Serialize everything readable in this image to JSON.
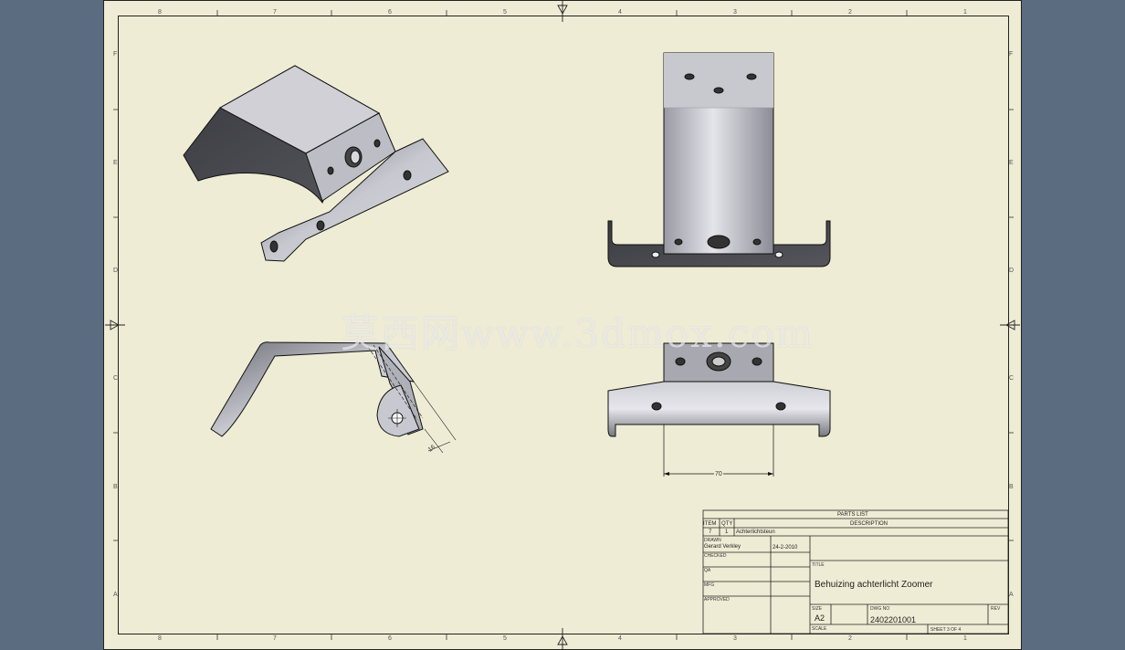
{
  "sheet": {
    "zones_top": [
      "8",
      "7",
      "6",
      "5",
      "4",
      "3",
      "2",
      "1"
    ],
    "zones_side": [
      "F",
      "E",
      "D",
      "C",
      "B",
      "A"
    ]
  },
  "views": {
    "dimension_width": "70",
    "dimension_side": "16"
  },
  "watermark": "莫西网www.3dmox.com",
  "parts_list": {
    "title": "PARTS LIST",
    "headers": {
      "item": "ITEM",
      "qty": "QTY",
      "description": "DESCRIPTION"
    },
    "rows": [
      {
        "item": "7",
        "qty": "1",
        "description": "Achterlichtsteun"
      }
    ]
  },
  "title_block": {
    "drawn_label": "DRAWN",
    "drawn_by": "Gerard Verkley",
    "drawn_date": "24-2-2010",
    "checked_label": "CHECKED",
    "qa_label": "QA",
    "mfg_label": "MFG",
    "approved_label": "APPROVED",
    "title_label": "TITLE",
    "title": "Behuizing achterlicht Zoomer",
    "size_label": "SIZE",
    "size": "A2",
    "dwg_no_label": "DWG NO",
    "dwg_no": "2402201001",
    "rev_label": "REV",
    "scale_label": "SCALE",
    "sheet_text": "SHEET 3  OF 4"
  }
}
